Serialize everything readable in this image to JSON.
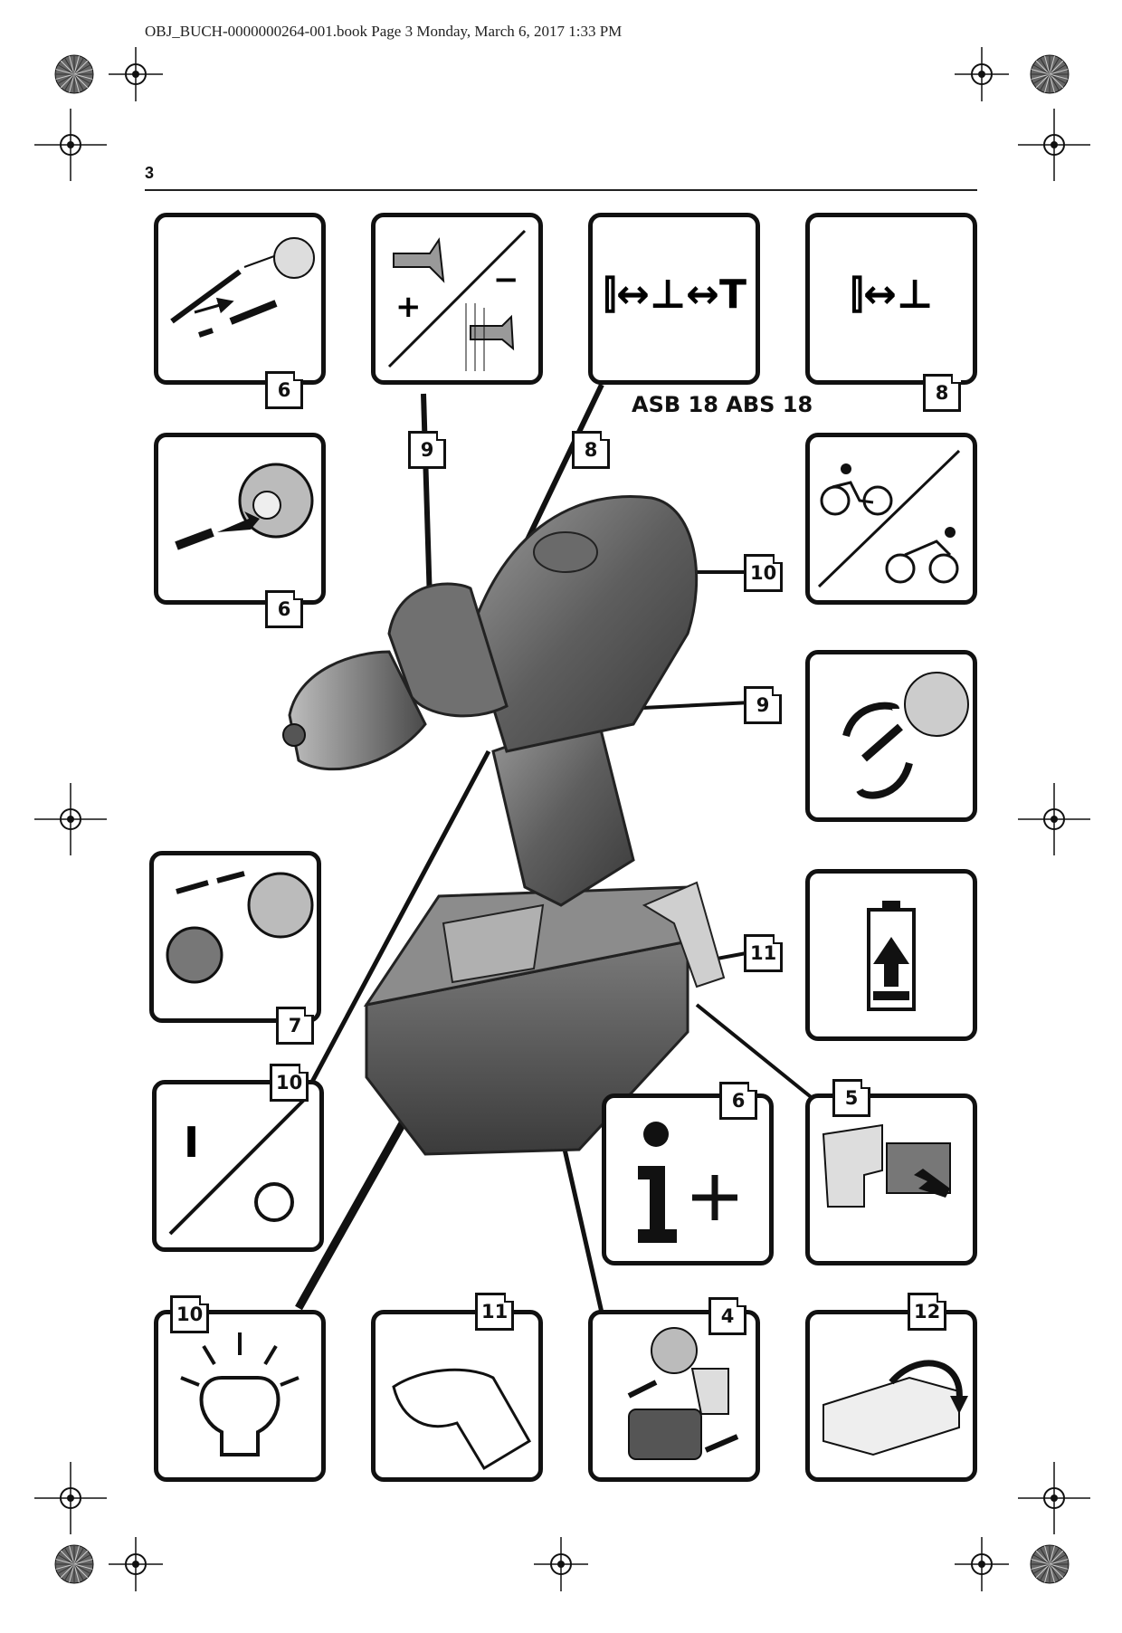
{
  "header": {
    "file_line": "OBJ_BUCH-0000000264-001.book  Page 3  Monday, March 6, 2017  1:33 PM",
    "page_number": "3"
  },
  "model_label": "ASB 18 ABS 18",
  "panels": [
    {
      "id": "p1",
      "ref": "6",
      "icon": "bit-insert-icon"
    },
    {
      "id": "p2",
      "ref": "9",
      "icon": "torque-setting-icon"
    },
    {
      "id": "p3",
      "ref": "8",
      "icon": "mode-drill-screw-hammer-icon"
    },
    {
      "id": "p4",
      "ref": "8",
      "icon": "mode-drill-screw-icon"
    },
    {
      "id": "p5",
      "ref": "6",
      "icon": "bit-into-chuck-icon"
    },
    {
      "id": "p6",
      "ref": "10",
      "icon": "gear-speed-icon"
    },
    {
      "id": "p7",
      "ref": "9",
      "icon": "rotation-direction-icon"
    },
    {
      "id": "p8",
      "ref": "7",
      "icon": "chuck-change-icon"
    },
    {
      "id": "p9",
      "ref": "11",
      "icon": "battery-charge-icon"
    },
    {
      "id": "p10",
      "ref": "10",
      "icon": "on-off-switch-icon"
    },
    {
      "id": "p11",
      "ref": "6",
      "icon": "info-plus-icon"
    },
    {
      "id": "p12",
      "ref": "5",
      "icon": "battery-release-icon"
    },
    {
      "id": "p13",
      "ref": "10",
      "icon": "work-light-icon"
    },
    {
      "id": "p14",
      "ref": "11",
      "icon": "hand-grip-icon"
    },
    {
      "id": "p15",
      "ref": "4",
      "icon": "battery-insert-icon"
    },
    {
      "id": "p16",
      "ref": "12",
      "icon": "packaging-icon"
    }
  ],
  "tool_refs": [
    "9",
    "8"
  ],
  "switch_symbol": "I",
  "illustration": "cordless-drill-icon"
}
